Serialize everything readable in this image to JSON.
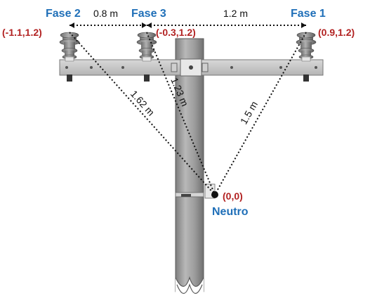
{
  "colors": {
    "phase_label": "#1f6fb8",
    "coord_label": "#b22222",
    "pole_fill": "#9a9a9a",
    "crossarm_fill": "#c9c9c9",
    "insulator_fill": "#8c8c8c",
    "line": "#111111"
  },
  "phases": {
    "fase2": "Fase 2",
    "fase3": "Fase 3",
    "fase1": "Fase 1",
    "neutral": "Neutro"
  },
  "coordinates": {
    "fase2": "(-1.1,1.2)",
    "fase3": "(-0.3,1.2)",
    "fase1": "(0.9,1.2)",
    "neutral": "(0,0)"
  },
  "spacings": {
    "f2_f3": "0.8 m",
    "f3_f1": "1.2 m"
  },
  "distances": {
    "to_fase2": "1.62 m",
    "to_fase3": "1.23 m",
    "to_fase1": "1.5 m"
  }
}
